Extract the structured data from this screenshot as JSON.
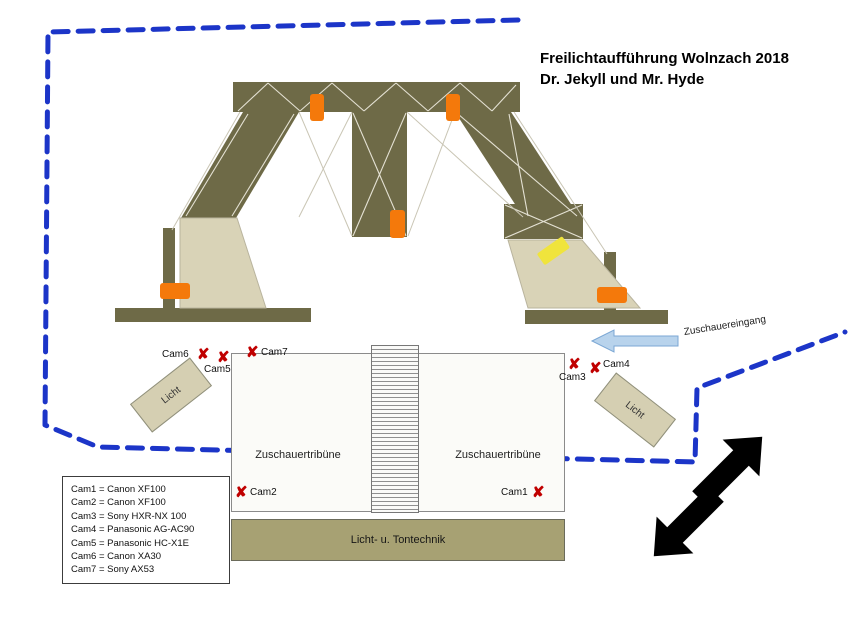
{
  "title": {
    "line1": "Freilichtaufführung Wolnzach 2018",
    "line2": "Dr. Jekyll und Mr. Hyde"
  },
  "legend": {
    "items": [
      "Cam1 = Canon XF100",
      "Cam2 = Canon XF100",
      "Cam3 = Sony HXR-NX 100",
      "Cam4 = Panasonic AG-AC90",
      "Cam5 = Panasonic HC-X1E",
      "Cam6 = Canon XA30",
      "Cam7 = Sony AX53"
    ]
  },
  "stage": {
    "tribune_left": "Zuschauertribüne",
    "tribune_right": "Zuschauertribüne",
    "tech_bar": "Licht- u. Tontechnik",
    "light_left": "Licht",
    "light_right": "Licht",
    "entrance": "Zuschauereingang"
  },
  "cameras": [
    {
      "label": "Cam1"
    },
    {
      "label": "Cam2"
    },
    {
      "label": "Cam3"
    },
    {
      "label": "Cam4"
    },
    {
      "label": "Cam5"
    },
    {
      "label": "Cam6"
    },
    {
      "label": "Cam7"
    }
  ],
  "icons": {
    "camera_marker": "✘"
  },
  "colors": {
    "perimeter_blue": "#1c35c8",
    "olive": "#6e6a47",
    "beige": "#d9d3b7",
    "orange": "#f4790b",
    "yellow": "#f0e43c",
    "entrance_arrow": "#b8d3ec",
    "black": "#000000",
    "red_marker": "#c00000",
    "tech_bar": "#a7a173",
    "light_box": "#d5cfb2"
  }
}
